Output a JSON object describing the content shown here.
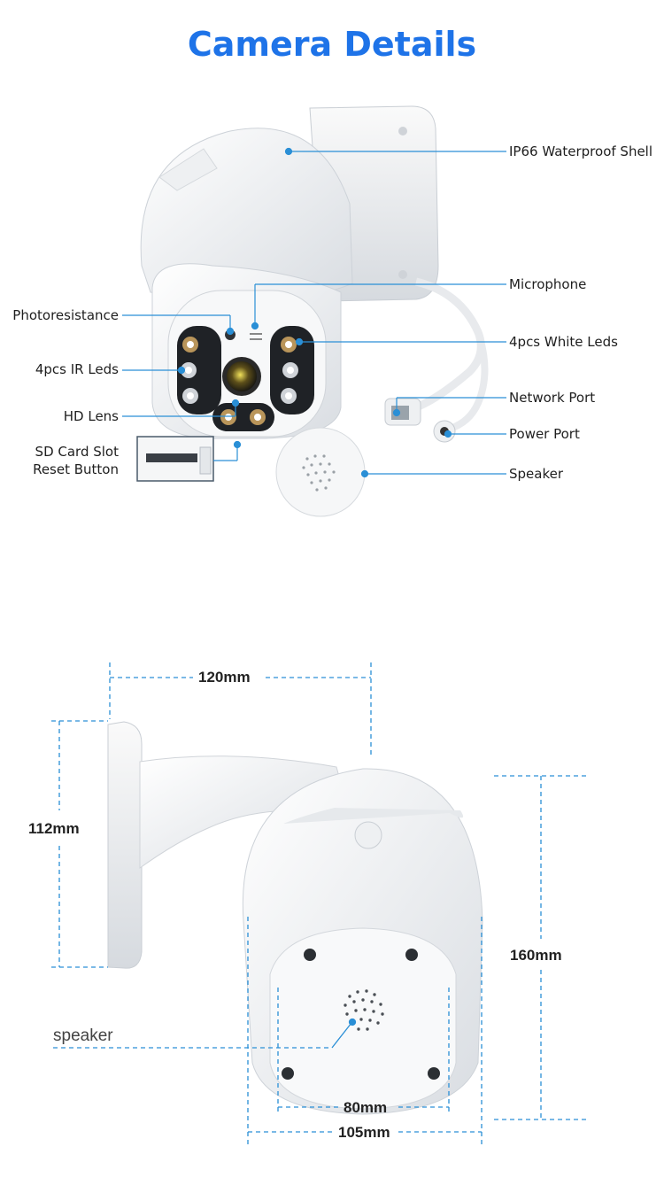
{
  "page": {
    "title": "Camera Details"
  },
  "callouts": {
    "waterproof_shell": "IP66 Waterproof Shell",
    "microphone": "Microphone",
    "photoresistance": "Photoresistance",
    "white_leds": "4pcs White Leds",
    "ir_leds": "4pcs IR Leds",
    "network_port": "Network Port",
    "hd_lens": "HD Lens",
    "power_port": "Power Port",
    "sd_card_slot": "SD Card Slot",
    "reset_button": "Reset Button",
    "speaker": "Speaker"
  },
  "dimensions": {
    "width_top": "120mm",
    "height_bracket": "112mm",
    "height_total": "160mm",
    "speaker_label": "speaker",
    "inner_width": "80mm",
    "outer_width": "105mm"
  },
  "colors": {
    "accent": "#1e73e8",
    "leader": "#2a8fd6"
  }
}
